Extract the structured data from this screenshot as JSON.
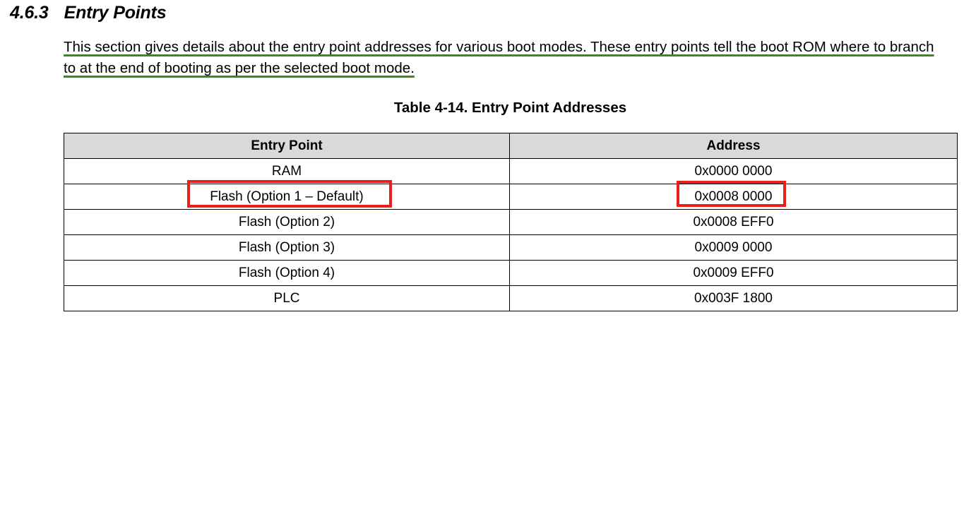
{
  "section": {
    "number": "4.6.3",
    "title": "Entry Points"
  },
  "paragraph": {
    "text": "This section gives details about the entry point addresses for various boot modes. These entry points tell the boot ROM where to branch to at the end of booting as per the selected boot mode.",
    "underline_color": "#3c8a1e"
  },
  "table": {
    "caption": "Table 4-14. Entry Point Addresses",
    "header_background": "#d9d9d9",
    "columns": [
      "Entry Point",
      "Address"
    ],
    "rows": [
      {
        "entry_point": "RAM",
        "address": "0x0000 0000"
      },
      {
        "entry_point": "Flash (Option 1 – Default)",
        "address": "0x0008 0000"
      },
      {
        "entry_point": "Flash (Option 2)",
        "address": "0x0008 EFF0"
      },
      {
        "entry_point": "Flash (Option 3)",
        "address": "0x0009 0000"
      },
      {
        "entry_point": "Flash (Option 4)",
        "address": "0x0009 EFF0"
      },
      {
        "entry_point": "PLC",
        "address": "0x003F 1800"
      }
    ]
  },
  "annotations": {
    "highlight_color": "#e8201c",
    "boxes": [
      {
        "target": "Flash (Option 1 – Default)"
      },
      {
        "target": "0x0008 0000"
      }
    ]
  }
}
